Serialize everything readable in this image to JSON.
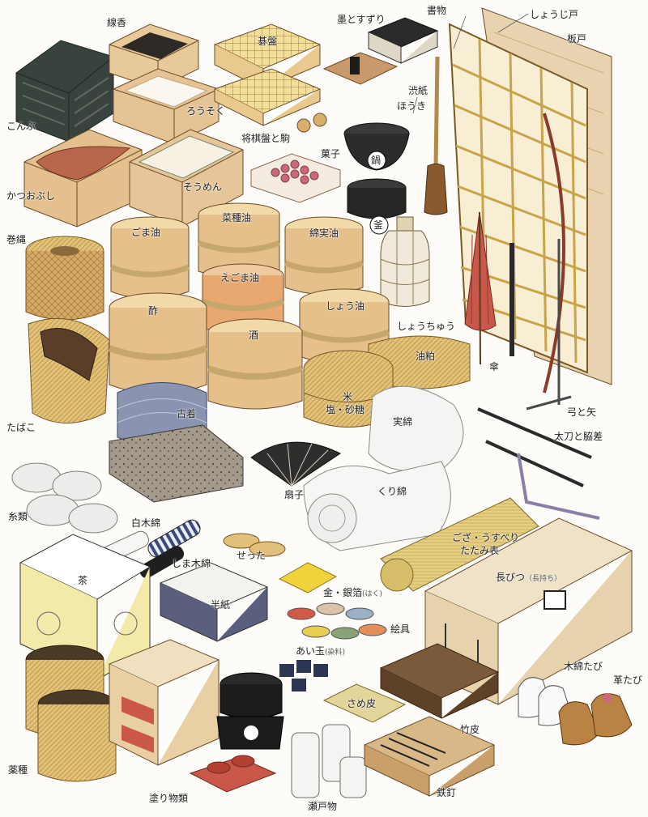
{
  "labels": {
    "kobu": "こんぶ",
    "senko": "線香",
    "goban": "碁盤",
    "sumi_suzuri": "墨とすずり",
    "shomotsu": "書物",
    "shoji": "しょうじ戸",
    "itado": "板戸",
    "rosoku": "ろうそく",
    "shibugami": "渋紙",
    "hoki": "ほうき",
    "shogiban": "将棋盤と駒",
    "kashi": "菓子",
    "nabe": "鍋",
    "katsuobushi": "かつおぶし",
    "somen": "そうめん",
    "kama": "釜",
    "makinawa": "巻縄",
    "gomaabura": "ごま油",
    "natane": "菜種油",
    "wata_abura": "綿実油",
    "egoma": "えごま油",
    "su": "酢",
    "shoyu": "しょう油",
    "shochu": "しょうちゅう",
    "sake": "酒",
    "aburakasu": "油粕",
    "kasa": "傘",
    "kome": "米",
    "shio_sato": "塩・砂糖",
    "yumi": "弓と矢",
    "tabako": "たばこ",
    "furugi": "古着",
    "jitsuwata": "実綿",
    "tachi": "太刀と脇差",
    "ito": "糸類",
    "shiromomen": "白木綿",
    "sensu": "扇子",
    "kuriwata": "くり綿",
    "shimamomen": "しま木綿",
    "goza": "ござ・うすべり",
    "tatami": "たたみ表",
    "cha": "茶",
    "setta": "せった",
    "nagabitsu": "長びつ",
    "nagabitsu_note": "（長持ち）",
    "hanshi": "半紙",
    "kinginhaku": "金・銀箔",
    "hakku": "(はく)",
    "enogu": "絵具",
    "aidama": "あい玉",
    "senryo": "(染料)",
    "momentabi": "木綿たび",
    "kawatabi": "革たび",
    "samegawa": "さめ皮",
    "takegawa": "竹皮",
    "yakushu": "薬種",
    "nurimono": "塗り物類",
    "setomono": "瀬戸物",
    "tekugi": "鉄釘"
  },
  "colors": {
    "wood": "#e8c99a",
    "wood_dark": "#b98a55",
    "rope": "#d9b26b",
    "paper": "#f3ead6",
    "kelp": "#3a4640",
    "red": "#c9574a",
    "indigo": "#3b4a78",
    "lacquer": "#1c1c1c",
    "cloth": "#8a94b0"
  }
}
